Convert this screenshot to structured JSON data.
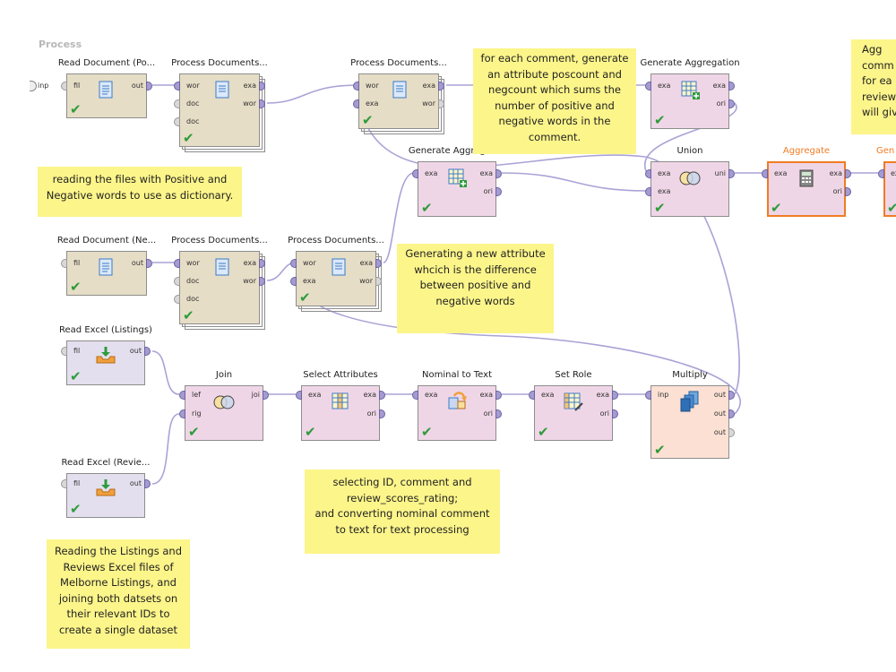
{
  "process": {
    "label": "Process",
    "input_port": "inp"
  },
  "operators": {
    "read_doc_pos": {
      "title": "Read Document (Po...",
      "ports_in": [
        "fil"
      ],
      "ports_out": [
        "out"
      ]
    },
    "process_docs_1": {
      "title": "Process Documents...",
      "ports_in": [
        "wor",
        "doc",
        "doc"
      ],
      "ports_out": [
        "exa",
        "wor"
      ]
    },
    "process_docs_2": {
      "title": "Process Documents...",
      "ports_in": [
        "wor",
        "exa"
      ],
      "ports_out": [
        "exa",
        "wor"
      ]
    },
    "generate_agg_1": {
      "title": "Generate Aggregation",
      "ports_in": [
        "exa"
      ],
      "ports_out": [
        "exa",
        "ori"
      ]
    },
    "generate_agg_2": {
      "title": "Generate Aggregati...",
      "ports_in": [
        "exa"
      ],
      "ports_out": [
        "exa",
        "ori"
      ]
    },
    "union": {
      "title": "Union",
      "ports_in": [
        "exa",
        "exa"
      ],
      "ports_out": [
        "uni"
      ]
    },
    "aggregate": {
      "title": "Aggregate",
      "ports_in": [
        "exa"
      ],
      "ports_out": [
        "exa",
        "ori"
      ]
    },
    "gen_partial": {
      "title": "Gen",
      "ports_in": [
        "ex"
      ],
      "ports_out": []
    },
    "read_doc_neg": {
      "title": "Read Document (Ne...",
      "ports_in": [
        "fil"
      ],
      "ports_out": [
        "out"
      ]
    },
    "process_docs_3": {
      "title": "Process Documents...",
      "ports_in": [
        "wor",
        "doc",
        "doc"
      ],
      "ports_out": [
        "exa",
        "wor"
      ]
    },
    "process_docs_4": {
      "title": "Process Documents...",
      "ports_in": [
        "wor",
        "exa"
      ],
      "ports_out": [
        "exa",
        "wor"
      ]
    },
    "read_excel_listings": {
      "title": "Read Excel (Listings)",
      "ports_in": [
        "fil"
      ],
      "ports_out": [
        "out"
      ]
    },
    "join": {
      "title": "Join",
      "ports_in": [
        "lef",
        "rig"
      ],
      "ports_out": [
        "joi"
      ]
    },
    "select_attributes": {
      "title": "Select Attributes",
      "ports_in": [
        "exa"
      ],
      "ports_out": [
        "exa",
        "ori"
      ]
    },
    "nominal_to_text": {
      "title": "Nominal to Text",
      "ports_in": [
        "exa"
      ],
      "ports_out": [
        "exa",
        "ori"
      ]
    },
    "set_role": {
      "title": "Set Role",
      "ports_in": [
        "exa"
      ],
      "ports_out": [
        "exa",
        "ori"
      ]
    },
    "multiply": {
      "title": "Multiply",
      "ports_in": [
        "inp"
      ],
      "ports_out": [
        "out",
        "out",
        "out"
      ]
    },
    "read_excel_reviews": {
      "title": "Read Excel (Revie...",
      "ports_in": [
        "fil"
      ],
      "ports_out": [
        "out"
      ]
    }
  },
  "notes": {
    "note_poscount": "for each comment, generate\nan attribute poscount and\nnegcount which sums the\nnumber of positive and\nnegative words in the\ncomment.",
    "note_aggregate": "Agg\ncomm\nfor ea\nreview_\nwill giv",
    "note_reading_files": "reading the files with Positive and\nNegative words to use as dictionary.",
    "note_difference": "Generating a new attribute\nwhcich is the difference\nbetween positive and\nnegative words",
    "note_selecting": "selecting ID, comment and\nreview_scores_rating;\nand converting nominal comment\nto text for text processing",
    "note_reading_listings": "Reading the Listings and\nReviews Excel files of\nMelborne Listings, and\njoining both datsets on\ntheir relevant IDs to\ncreate a single dataset"
  },
  "colors": {
    "wire": "#a9a3d6",
    "note": "#fcf58a",
    "selected": "#f07b23",
    "check": "#2d9b3a"
  }
}
